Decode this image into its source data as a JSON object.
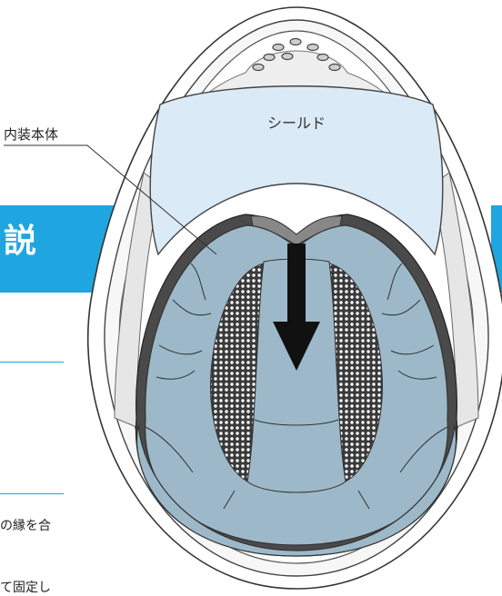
{
  "header": {
    "heading_fragment": "説"
  },
  "body": {
    "line_1": "の縁を合",
    "line_2": "て固定し"
  },
  "diagram": {
    "callout_liner": "内装本体",
    "callout_shield": "シールド"
  },
  "colors": {
    "accent_blue": "#1fa6e0",
    "liner_fill": "#9db9c9",
    "shield_fill": "#daeaf6",
    "shell_stroke": "#333333"
  },
  "icons": [
    "arrow-down-icon"
  ]
}
